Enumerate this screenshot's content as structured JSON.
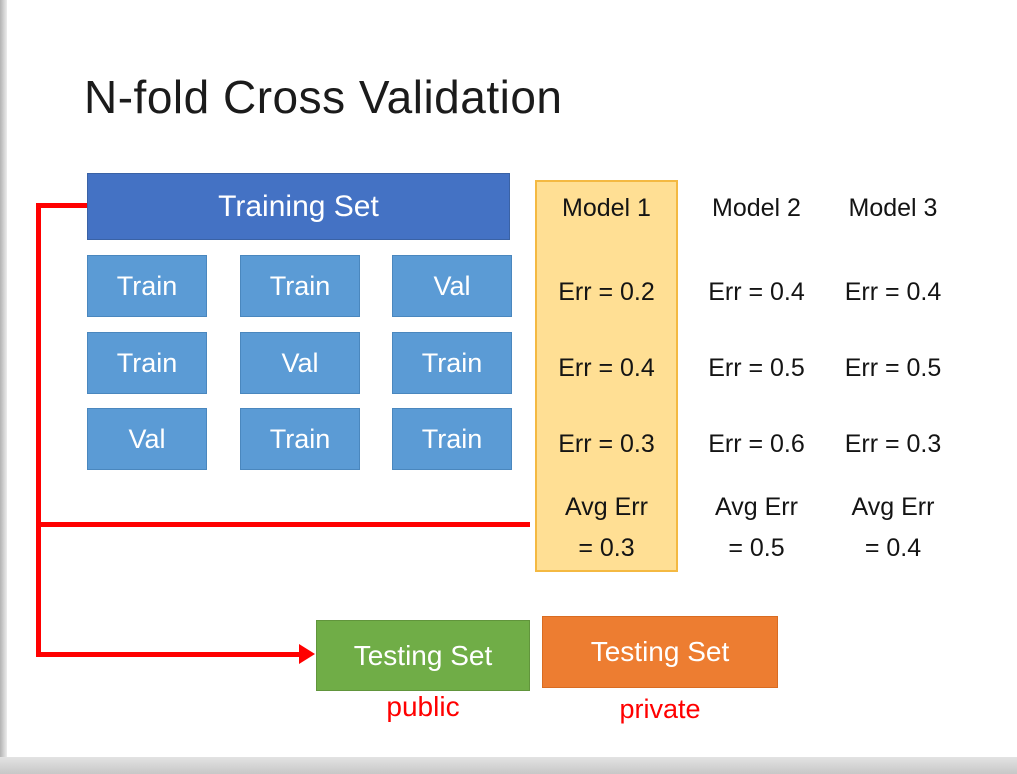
{
  "slide": {
    "title": "N-fold Cross Validation"
  },
  "training": {
    "header": "Training Set",
    "grid": [
      [
        "Train",
        "Train",
        "Val"
      ],
      [
        "Train",
        "Val",
        "Train"
      ],
      [
        "Val",
        "Train",
        "Train"
      ]
    ]
  },
  "models": [
    {
      "name": "Model 1",
      "highlighted": true,
      "errors": [
        "Err = 0.2",
        "Err = 0.4",
        "Err = 0.3"
      ],
      "avg": [
        "Avg Err",
        "= 0.3"
      ]
    },
    {
      "name": "Model 2",
      "highlighted": false,
      "errors": [
        "Err = 0.4",
        "Err = 0.5",
        "Err = 0.6"
      ],
      "avg": [
        "Avg Err",
        "= 0.5"
      ]
    },
    {
      "name": "Model 3",
      "highlighted": false,
      "errors": [
        "Err = 0.4",
        "Err = 0.5",
        "Err = 0.3"
      ],
      "avg": [
        "Avg Err",
        "= 0.4"
      ]
    }
  ],
  "testing": [
    {
      "label": "Testing Set",
      "sublabel": "public",
      "color": "#70AD47"
    },
    {
      "label": "Testing Set",
      "sublabel": "private",
      "color": "#ED7D31"
    }
  ],
  "colors": {
    "training_header_blue": "#4472C4",
    "fold_cell_blue": "#5B9BD5",
    "model1_highlight_fill": "#FFDF94",
    "model1_highlight_border": "#F4B942",
    "testing_public_green": "#70AD47",
    "testing_private_orange": "#ED7D31",
    "arrow_red": "#FF0000",
    "sublabel_red": "#FF0000"
  }
}
